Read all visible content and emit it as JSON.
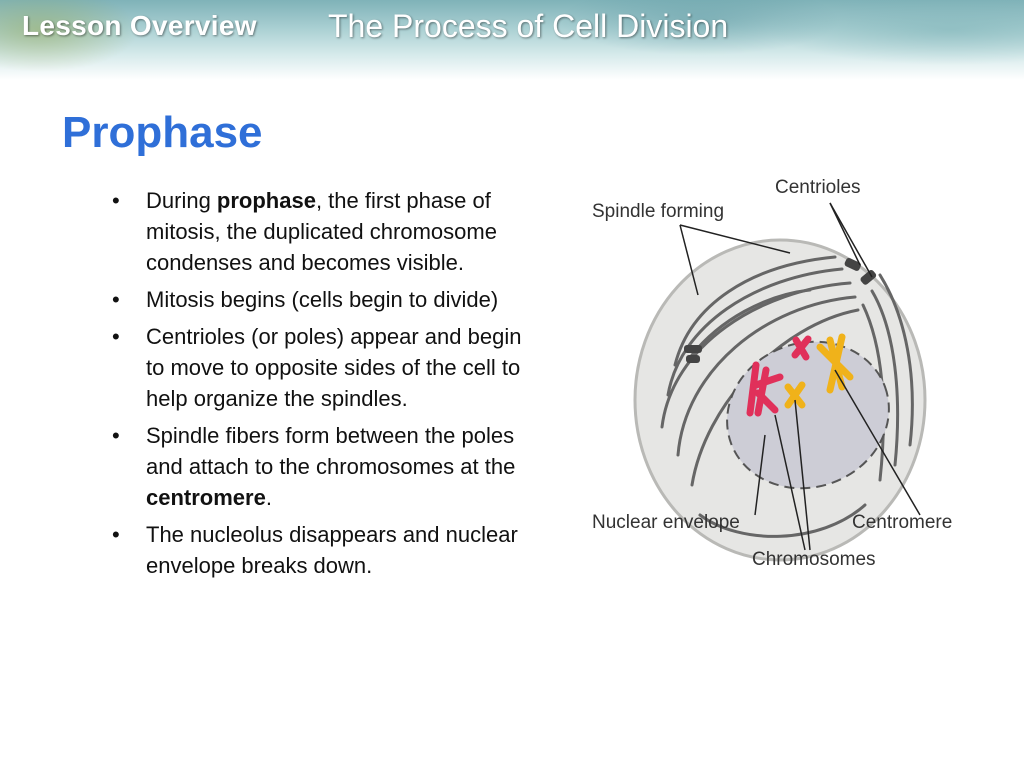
{
  "header": {
    "lesson_label": "Lesson Overview",
    "section_title": "The Process of Cell Division"
  },
  "slide": {
    "title": "Prophase",
    "bullets": [
      {
        "pre": "During ",
        "bold": "prophase",
        "post": ", the first phase of mitosis, the duplicated chromosome condenses and becomes visible."
      },
      {
        "pre": "Mitosis begins (cells begin to divide)",
        "bold": "",
        "post": ""
      },
      {
        "pre": "Centrioles (or poles) appear and begin to move to opposite sides of the cell to help organize the spindles.",
        "bold": "",
        "post": ""
      },
      {
        "pre": "Spindle fibers form between the poles  and attach to the chromosomes at the ",
        "bold": "centromere",
        "post": "."
      },
      {
        "pre": "The nucleolus disappears and nuclear envelope breaks down.",
        "bold": "",
        "post": ""
      }
    ],
    "bullet_symbol": "•"
  },
  "diagram": {
    "labels": {
      "spindle": "Spindle forming",
      "centrioles": "Centrioles",
      "nuclear_envelope": "Nuclear envelope",
      "centromere": "Centromere",
      "chromosomes": "Chromosomes"
    },
    "colors": {
      "cell_fill": "#e6e6e4",
      "fiber": "#666666",
      "nucleus_fill": "#cdcdd6",
      "chromosome_red": "#e0305a",
      "chromosome_yellow": "#f0b21a"
    }
  }
}
